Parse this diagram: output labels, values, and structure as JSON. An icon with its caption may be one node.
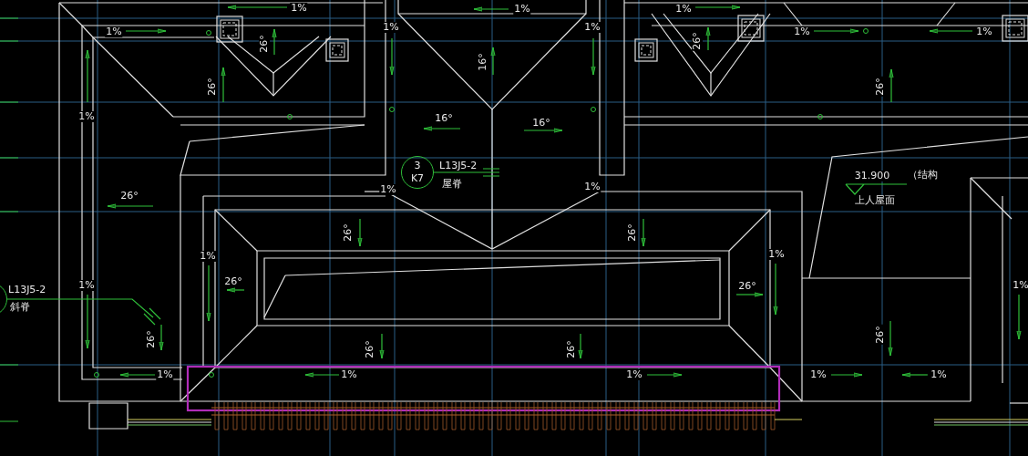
{
  "diagram": {
    "nodes": [
      {
        "text": [
          "3",
          "K7"
        ],
        "beside": [
          "L13J5-2",
          "屋脊"
        ]
      },
      {
        "text": [],
        "shape": "circle",
        "beside": [
          "L13J5-2",
          "斜脊"
        ]
      }
    ],
    "edges": [
      {
        "from": 0,
        "to": null,
        "arrow": "none"
      },
      {
        "from": 1,
        "to": null,
        "arrow": "none"
      }
    ],
    "labels": [
      "1%",
      "1%",
      "26°",
      "1%",
      "1%",
      "1%",
      "26°",
      "1%",
      "1%",
      "1%",
      "16°",
      "26°",
      "26°",
      "1%",
      "16°",
      "16°",
      "1%",
      "1%",
      "26°",
      "31.900",
      "（结构",
      "上人屋面",
      "26°",
      "26°",
      "1%",
      "1%",
      "1%",
      "1%",
      "26°",
      "26°",
      "26°",
      "26°",
      "26°",
      "26°",
      "1%",
      "1%",
      "1%",
      "1%",
      "1%"
    ]
  }
}
